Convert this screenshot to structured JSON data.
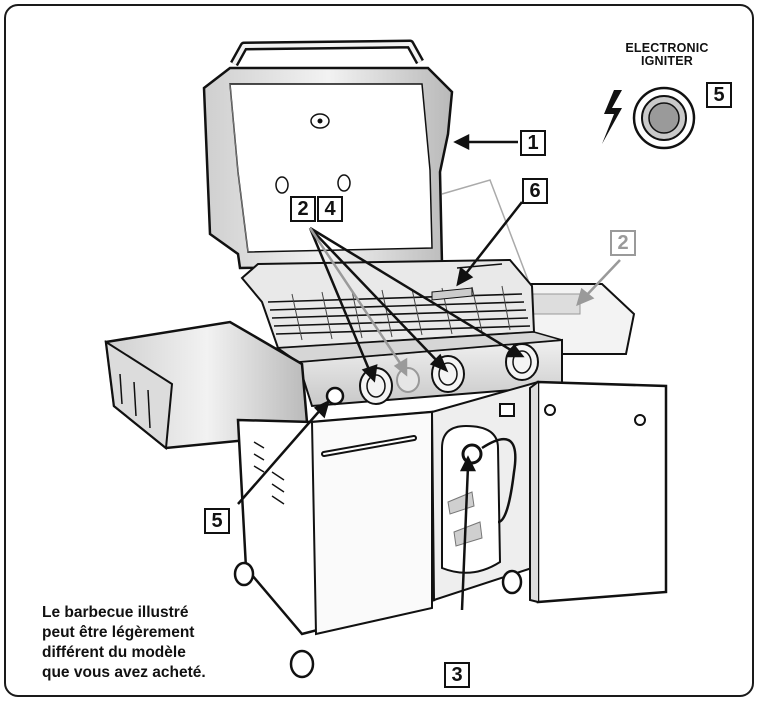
{
  "igniter": {
    "line1": "ELECTRONIC",
    "line2": "IGNITER",
    "callout": "5"
  },
  "callouts": {
    "lid": "1",
    "burner_a": "2",
    "burner_b": "4",
    "side_burner": "2",
    "thermometer": "6",
    "ignition_button": "5",
    "lp_tank": "3"
  },
  "note": {
    "line1": "Le barbecue illustré",
    "line2": "peut être légèrement",
    "line3": "différent du modèle",
    "line4": "que vous avez acheté."
  },
  "colors": {
    "ink": "#111111",
    "faded": "#9a9a9a",
    "panel": "#e6e6e6",
    "shadow": "#bdbdbd"
  },
  "icons": [
    "lightning-icon",
    "igniter-button-icon",
    "grill-illustration"
  ]
}
